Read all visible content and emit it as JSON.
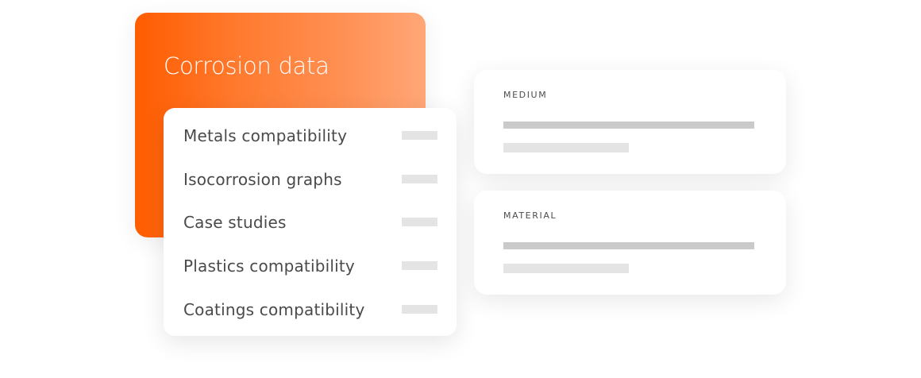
{
  "hero": {
    "title": "Corrosion data",
    "accent_color_start": "#ff5c00",
    "accent_color_end": "#ffa777"
  },
  "data_types": {
    "items": [
      {
        "label": "Metals compatibility"
      },
      {
        "label": "Isocorrosion graphs"
      },
      {
        "label": "Case studies"
      },
      {
        "label": "Plastics compatibility"
      },
      {
        "label": "Coatings compatibility"
      }
    ]
  },
  "filters": [
    {
      "label": "MEDIUM"
    },
    {
      "label": "MATERIAL"
    }
  ]
}
